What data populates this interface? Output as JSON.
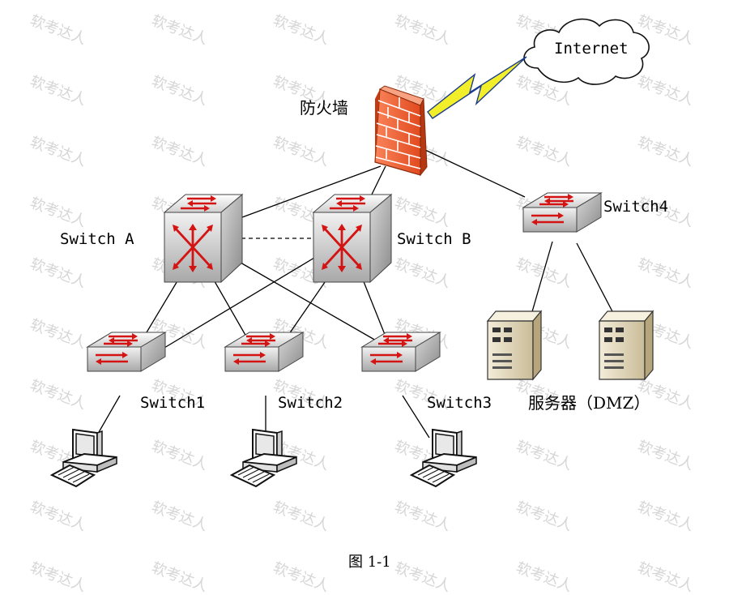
{
  "watermark": "软考达人",
  "caption": "图 1-1",
  "labels": {
    "internet": "Internet",
    "firewall": "防火墙",
    "switch_a": "Switch A",
    "switch_b": "Switch B",
    "switch4": "Switch4",
    "switch1": "Switch1",
    "switch2": "Switch2",
    "switch3": "Switch3",
    "servers": "服务器（DMZ）"
  },
  "colors": {
    "firewall": "#f36a3c",
    "lightning": "#f2ee2a",
    "switch_arrow": "#d41313",
    "server_body": "#e6dcc4"
  }
}
